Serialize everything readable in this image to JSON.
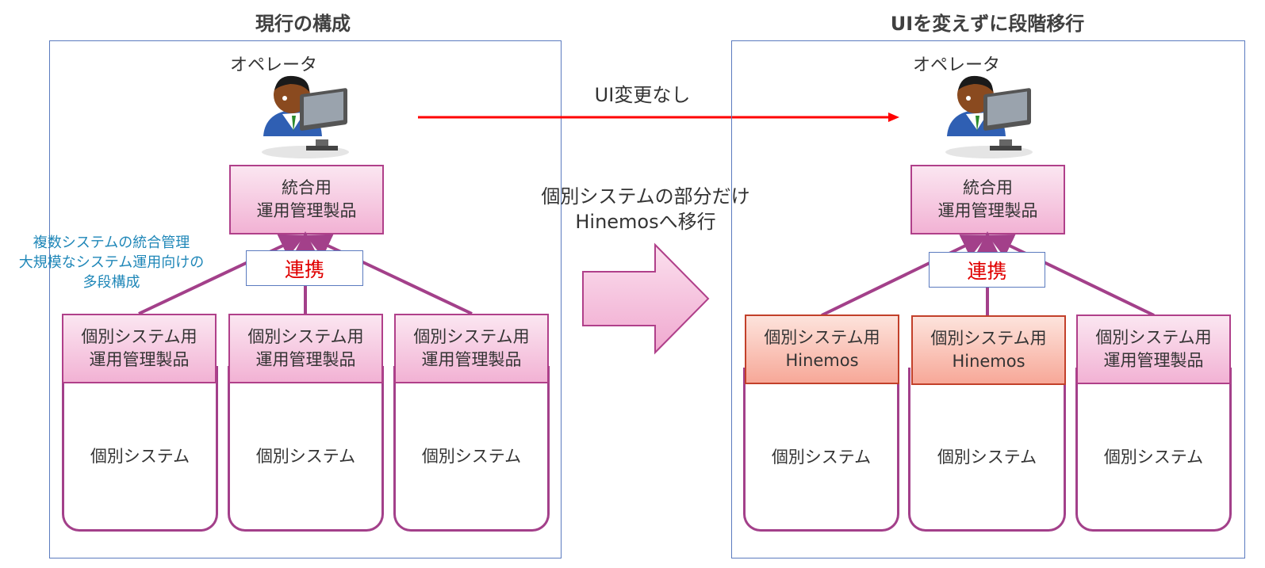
{
  "left": {
    "title": "現行の構成",
    "operator_label": "オペレータ",
    "integrated": {
      "line1": "統合用",
      "line2": "運用管理製品"
    },
    "link_label": "連携",
    "note": {
      "line1": "複数システムの統合管理",
      "line2": "大規模なシステム運用向けの",
      "line3": "多段構成"
    },
    "columns": [
      {
        "line1": "個別システム用",
        "line2": "運用管理製品",
        "system": "個別システム"
      },
      {
        "line1": "個別システム用",
        "line2": "運用管理製品",
        "system": "個別システム"
      },
      {
        "line1": "個別システム用",
        "line2": "運用管理製品",
        "system": "個別システム"
      }
    ]
  },
  "middle": {
    "arrow_label": "UI変更なし",
    "migration_line1": "個別システムの部分だけ",
    "migration_line2": "Hinemosへ移行"
  },
  "right": {
    "title": "UIを変えずに段階移行",
    "operator_label": "オペレータ",
    "integrated": {
      "line1": "統合用",
      "line2": "運用管理製品"
    },
    "link_label": "連携",
    "columns": [
      {
        "line1": "個別システム用",
        "line2": "Hinemos",
        "system": "個別システム"
      },
      {
        "line1": "個別システム用",
        "line2": "Hinemos",
        "system": "個別システム"
      },
      {
        "line1": "個別システム用",
        "line2": "運用管理製品",
        "system": "個別システム"
      }
    ]
  },
  "colors": {
    "frame": "#5b7bbf",
    "connector": "#a3408a",
    "link_text": "#e00000",
    "note_text": "#1f87b8",
    "ui_arrow": "#ff0000"
  },
  "icons": {
    "operator": "operator-at-computer-icon",
    "migration_arrow": "right-block-arrow-icon"
  }
}
